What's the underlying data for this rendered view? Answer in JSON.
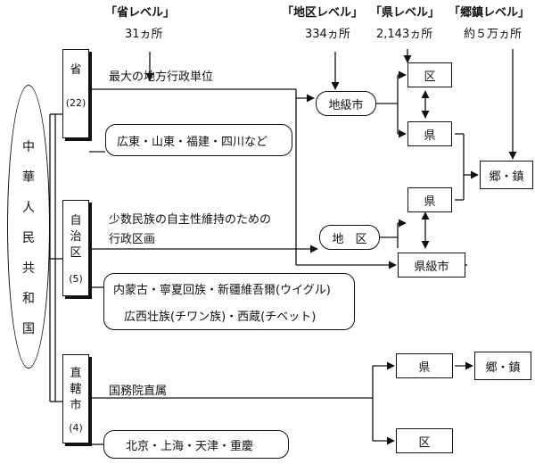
{
  "headers": {
    "sheng_level": "「省レベル」",
    "sheng_count": "31ヵ所",
    "diqu_level": "「地区レベル」",
    "diqu_count": "334ヵ所",
    "xian_level": "「県レベル」",
    "xian_count": "2,143ヵ所",
    "xiangzhen_level": "「郷鎮レベル」",
    "xiangzhen_count": "約５万ヵ所"
  },
  "root": {
    "chars": [
      "中",
      "華",
      "人",
      "民",
      "共",
      "和",
      "国"
    ]
  },
  "sheng": {
    "name": "省",
    "count": "(22)",
    "desc": "最大の地方行政単位",
    "examples": "広東・山東・福建・四川など"
  },
  "zizhiqu": {
    "chars": [
      "自",
      "治",
      "区"
    ],
    "count": "(5)",
    "desc_line1": "少数民族の自主性維持のための",
    "desc_line2": "行政区画",
    "examples_line1": "内蒙古・寧夏回族・新疆維吾爾(ウイグル)",
    "examples_line2": "広西壮族(チワン族)・西蔵(チベット)"
  },
  "zhixiashi": {
    "chars": [
      "直",
      "轄",
      "市"
    ],
    "count": "(4)",
    "desc": "国務院直属",
    "examples": "北京・上海・天津・重慶"
  },
  "nodes": {
    "dijishi": "地級市",
    "ku_top": "区",
    "ken_1": "県",
    "xiangzhen_1": "郷・鎮",
    "ken_2": "県",
    "diqu": "地　区",
    "kenjishi": "県級市",
    "ken_3": "県",
    "xiangzhen_2": "郷・鎮",
    "ku_bottom": "区"
  }
}
